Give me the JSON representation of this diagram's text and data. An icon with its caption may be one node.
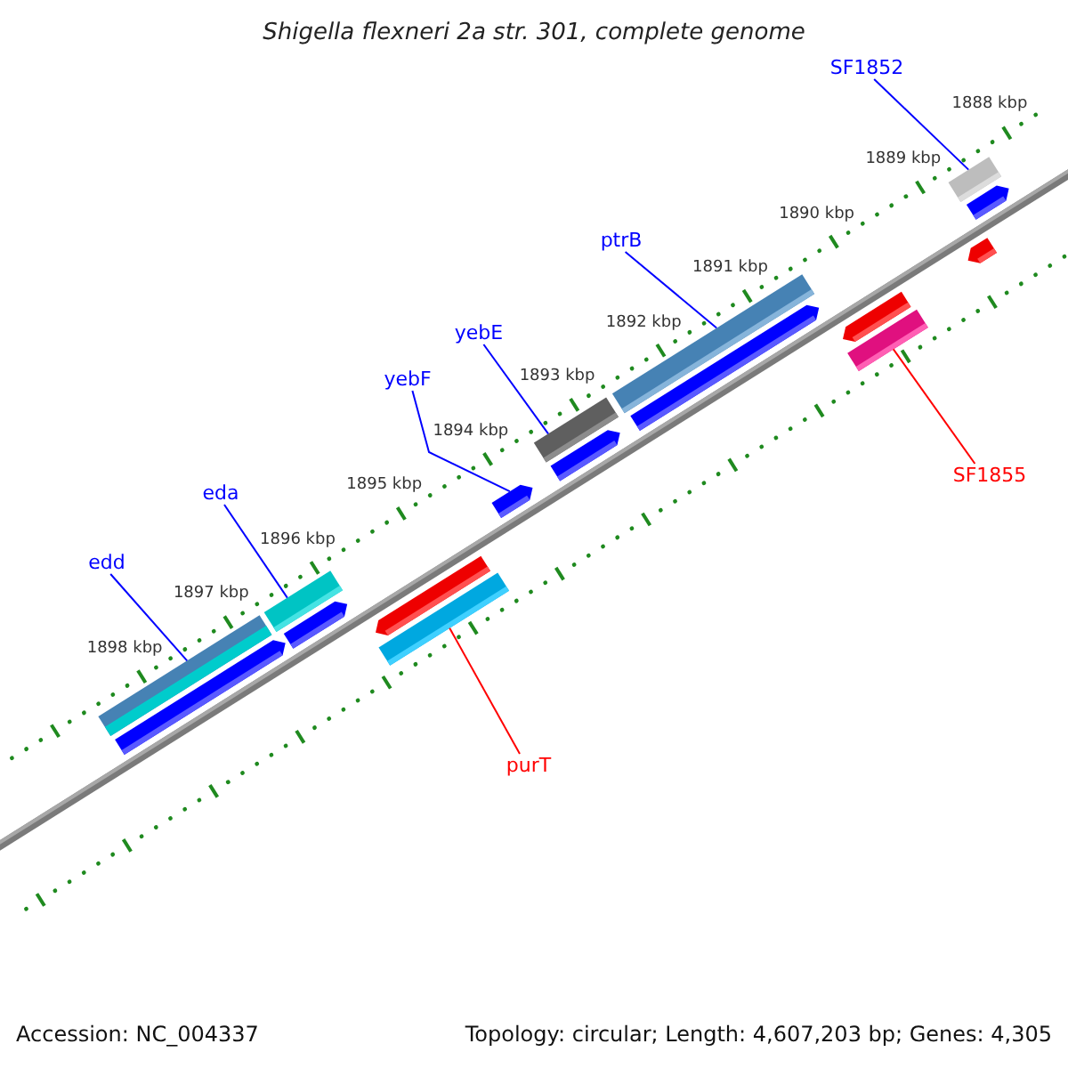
{
  "diagram": {
    "title": "Shigella flexneri 2a str. 301, complete genome",
    "nodes": [
      {
        "text": [
          "SF1852"
        ]
      },
      {
        "text": [
          "ptrB"
        ]
      },
      {
        "text": [
          "yebE"
        ]
      },
      {
        "text": [
          "yebF"
        ]
      },
      {
        "text": [
          "SF1855"
        ]
      },
      {
        "text": [
          "eda"
        ]
      },
      {
        "text": [
          "edd"
        ]
      },
      {
        "text": [
          "purT"
        ]
      },
      {
        "text": [],
        "shape": "bar"
      },
      {
        "text": [],
        "shape": "bar"
      },
      {
        "text": [],
        "shape": "bar"
      },
      {
        "text": [],
        "shape": "bar"
      },
      {
        "text": [],
        "shape": "bar"
      },
      {
        "text": [],
        "shape": "bar"
      },
      {
        "text": [],
        "shape": "bar"
      },
      {
        "text": [],
        "shape": "bar"
      }
    ],
    "edges": [
      {
        "from": 0,
        "to": 8,
        "arrow": "none"
      },
      {
        "from": 1,
        "to": 9,
        "arrow": "none"
      },
      {
        "from": 2,
        "to": 10,
        "arrow": "none"
      },
      {
        "from": 3,
        "to": 11,
        "arrow": "none"
      },
      {
        "from": 4,
        "to": 12,
        "arrow": "none",
        "color": "#ff0000"
      },
      {
        "from": 5,
        "to": 13,
        "arrow": "none"
      },
      {
        "from": 6,
        "to": 14,
        "arrow": "none"
      },
      {
        "from": 7,
        "to": 15,
        "arrow": "none",
        "color": "#ff0000"
      }
    ],
    "labels": [
      "1888 kbp",
      "1889 kbp",
      "1890 kbp",
      "1891 kbp",
      "1892 kbp",
      "1893 kbp",
      "1894 kbp",
      "1895 kbp",
      "1896 kbp",
      "1897 kbp",
      "1898 kbp",
      "Accession: NC_004337",
      "Topology: circular; Length: 4,607,203 bp; Genes: 4,305"
    ]
  }
}
